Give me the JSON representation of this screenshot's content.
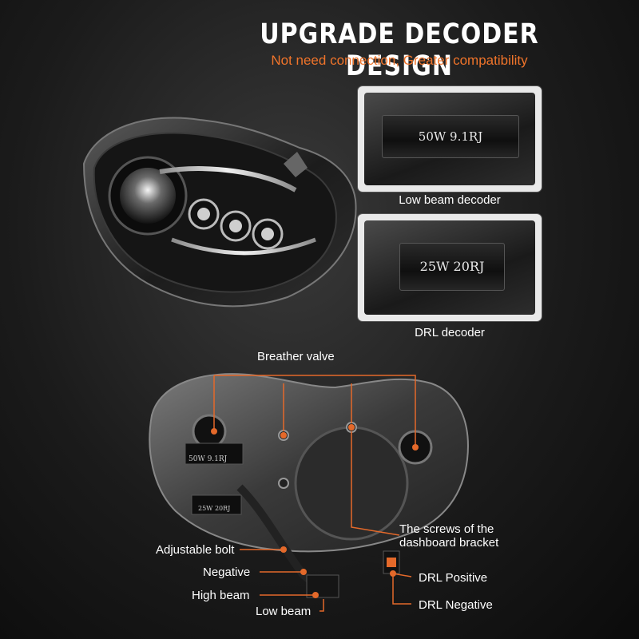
{
  "header": {
    "title": "UPGRADE DECODER DESIGN",
    "subtitle": "Not need connection, Greater compatibility"
  },
  "photos": {
    "low_beam": {
      "resistor_text": "50W 9.1RJ",
      "caption": "Low beam decoder"
    },
    "drl": {
      "resistor_text": "25W 20RJ",
      "caption": "DRL decoder"
    }
  },
  "diagram": {
    "labels": {
      "breather_valve": "Breather valve",
      "screws": "The screws of the\ndashboard bracket",
      "adjustable_bolt": "Adjustable bolt",
      "negative": "Negative",
      "high_beam": "High beam",
      "low_beam": "Low beam",
      "drl_positive": "DRL Positive",
      "drl_negative": "DRL Negative"
    },
    "rear_resistor_1": "50W 9.1RJ",
    "rear_resistor_2": "25W 20RJ"
  },
  "colors": {
    "accent": "#f0742a",
    "pointer": "#e4692a"
  }
}
